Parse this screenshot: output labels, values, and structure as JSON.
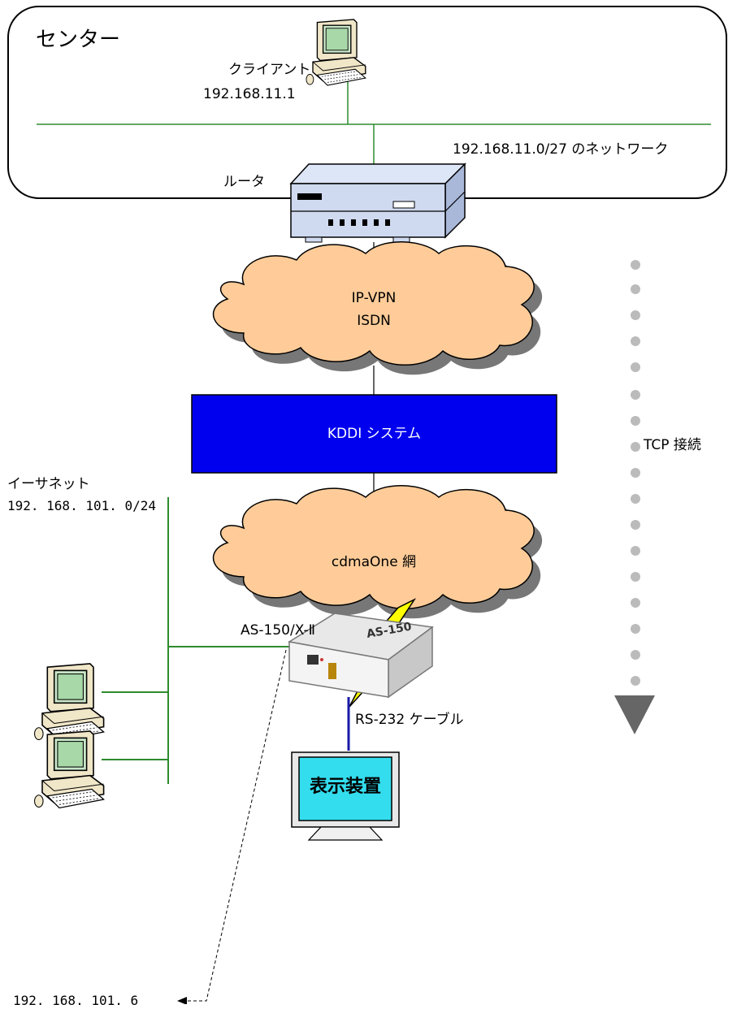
{
  "center": {
    "title": "センター",
    "client_label": "クライアント",
    "client_ip": "192.168.11.1",
    "network_label": "192.168.11.0/27 のネットワーク",
    "router_label": "ルータ"
  },
  "clouds": {
    "upper_line1": "IP-VPN",
    "upper_line2": "ISDN",
    "lower": "cdmaOne 網"
  },
  "kddi_label": "KDDI システム",
  "tcp_label": "TCP 接続",
  "ethernet": {
    "label": "イーサネット",
    "subnet": "192. 168. 101. 0/24"
  },
  "device": {
    "model": "AS-150/X-Ⅱ",
    "brand_text": "AS-150",
    "cable_label": "RS-232 ケーブル",
    "display_label": "表示装置",
    "device_ip": "192. 168. 101. 6"
  },
  "colors": {
    "kddi_fill": "#0000ee",
    "cloud_fill": "#ffcc99",
    "lan_line": "#2e8b2e",
    "serial_cable": "#1a1aa8",
    "display_screen": "#33ddee",
    "dots": "#bbbbbb"
  }
}
